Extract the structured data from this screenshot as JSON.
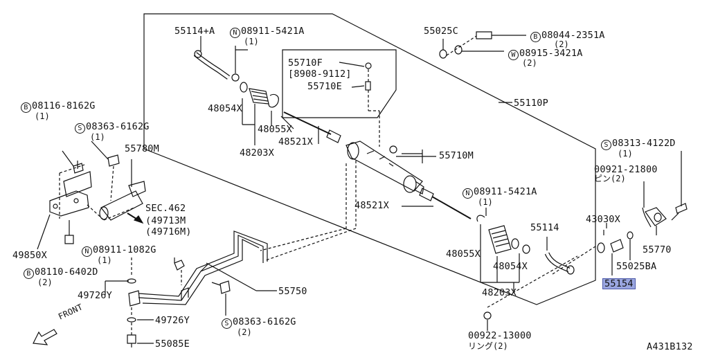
{
  "labels": {
    "p55114a": "55114+A",
    "n1": {
      "prefix": "N",
      "num": "08911-5421A",
      "qty": "(1)"
    },
    "p55025c": "55025C",
    "b1": {
      "prefix": "B",
      "num": "08044-2351A",
      "qty": "(2)"
    },
    "w1": {
      "prefix": "W",
      "num": "08915-3421A",
      "qty": "(2)"
    },
    "p55710f": "55710F",
    "range": "[8908-9112]",
    "p55710e": "55710E",
    "p55110p": "55110P",
    "p48054x_top": "48054X",
    "p48055x_top": "48055X",
    "p48521x_top": "48521X",
    "p48203x_top": "48203X",
    "p55710m": "55710M",
    "b2": {
      "prefix": "B",
      "num": "08116-8162G",
      "qty": "(1)"
    },
    "s1": {
      "prefix": "S",
      "num": "08363-6162G",
      "qty": "(1)"
    },
    "p55780m": "55780M",
    "sec": {
      "line1": "SEC.462",
      "line2": "(49713M",
      "line3": "(49716M)"
    },
    "p48521x_mid": "48521X",
    "n2": {
      "prefix": "N",
      "num": "08911-5421A",
      "qty": "(1)"
    },
    "s2": {
      "prefix": "S",
      "num": "08313-4122D",
      "qty": "(1)"
    },
    "p00921": {
      "num": "00921-21800",
      "jp": "ピン(2)"
    },
    "p43030x": "43030X",
    "p55114": "55114",
    "p55770": "55770",
    "p49850x": "49850X",
    "n3": {
      "prefix": "N",
      "num": "08911-1082G",
      "qty": "(1)"
    },
    "b3": {
      "prefix": "B",
      "num": "08110-6402D",
      "qty": "(2)"
    },
    "p48055x_low": "48055X",
    "p48054x_low": "48054X",
    "p55025ba": "55025BA",
    "p55154": "55154",
    "p49726y_a": "49726Y",
    "p55750": "55750",
    "p48203x_low": "48203X",
    "p49726y_b": "49726Y",
    "s3": {
      "prefix": "S",
      "num": "08363-6162G",
      "qty": "(2)"
    },
    "front": "FRONT",
    "p55085e": "55085E",
    "p00922": {
      "num": "00922-13000",
      "jp": "リング(2)"
    },
    "ref": "A431B132"
  },
  "colors": {
    "line": "#111111",
    "highlight": "#9aa6e0",
    "highlight_border": "#4e5aa8"
  }
}
